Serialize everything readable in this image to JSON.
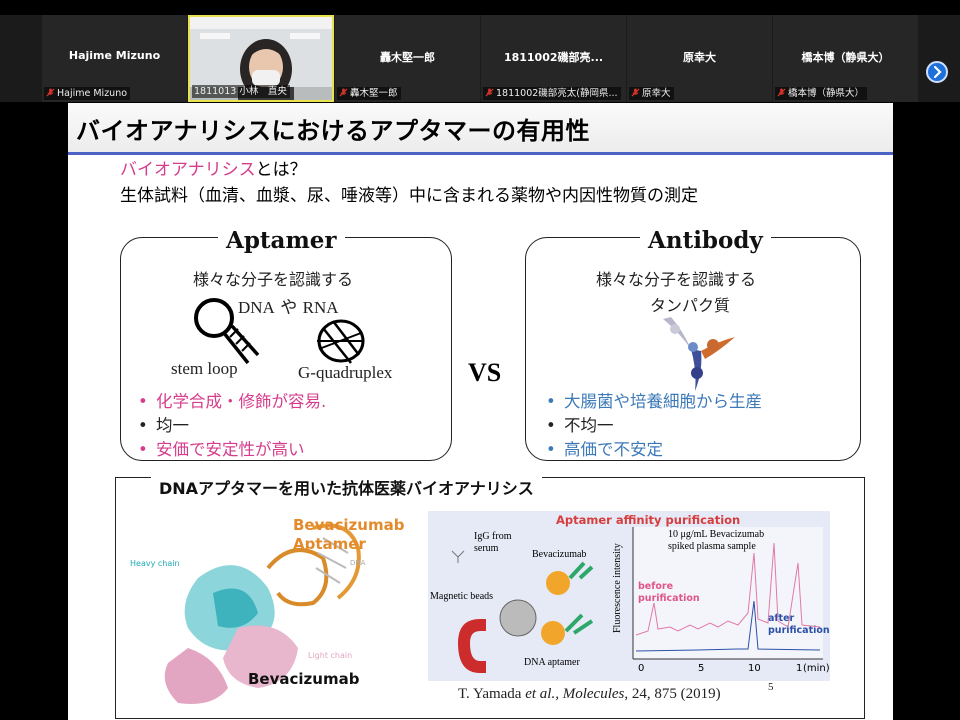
{
  "participants": [
    {
      "name": "Hajime Mizuno",
      "tag": "Hajime Mizuno"
    },
    {
      "name": "",
      "tag": "1811013 小林　直央",
      "video": true
    },
    {
      "name": "轟木堅一郎",
      "tag": "轟木堅一郎"
    },
    {
      "name": "1811002磯部亮...",
      "tag": "1811002磯部亮太(静岡県..."
    },
    {
      "name": "原幸大",
      "tag": "原幸大"
    },
    {
      "name": "橋本博（静県大）",
      "tag": "橋本博（静県大）"
    }
  ],
  "colors": {
    "accent_pink": "#d63d8c",
    "accent_blue": "#3c79b8",
    "title_rule": "#4a63c4",
    "mic_red": "#d9342b"
  },
  "slide": {
    "title": "バイオアナリシスにおけるアプタマーの有用性",
    "definition_term": "バイオアナリシス",
    "definition_suffix": "とは？",
    "definition_body": "生体試料（血清、血漿、尿、唾液等）中に含まれる薬物や内因性物質の測定",
    "aptamer": {
      "heading": "Aptamer",
      "line1": "様々な分子を認識する",
      "line2_a": "DNA",
      "line2_b": " や ",
      "line2_c": "RNA",
      "stem_loop": "stem loop",
      "g_quad": "G-quadruplex",
      "bullets": [
        "化学合成・修飾が容易.",
        "均一",
        "安価で安定性が高い"
      ]
    },
    "vs": "VS",
    "antibody": {
      "heading": "Antibody",
      "line1": "様々な分子を認識する",
      "line2": "タンパク質",
      "bullets": [
        "大腸菌や培養細胞から生産",
        "不均一",
        "高価で不安定"
      ]
    },
    "lower": {
      "title": "DNAアプタマーを用いた抗体医薬バイオアナリシス",
      "bev_aptamer_1": "Bevacizumab",
      "bev_aptamer_2": "Aptamer",
      "heavy_chain": "Heavy chain",
      "light_chain": "Light chain",
      "dna_small": "DNA",
      "bevacizumab": "Bevacizumab",
      "chart_title": "Aptamer affinity purification",
      "igg": "IgG from",
      "serum": "serum",
      "bev_label": "Bevacizumab",
      "magnetic": "Magnetic beads",
      "dna_aptamer": "DNA aptamer",
      "sample_1": "10 μg/mL Bevacizumab",
      "sample_2": "spiked plasma sample",
      "before_1": "before",
      "before_2": "purification",
      "after_1": "after",
      "after_2": "purification",
      "ylabel": "Fluorescence intensity",
      "xticks": [
        "0",
        "5",
        "10",
        "1"
      ],
      "xunit": "(min)",
      "cite_author": "T. Yamada ",
      "cite_etal": "et al., Molecules",
      "cite_rest": ", 24, 875 (2019)",
      "page": "5"
    }
  }
}
